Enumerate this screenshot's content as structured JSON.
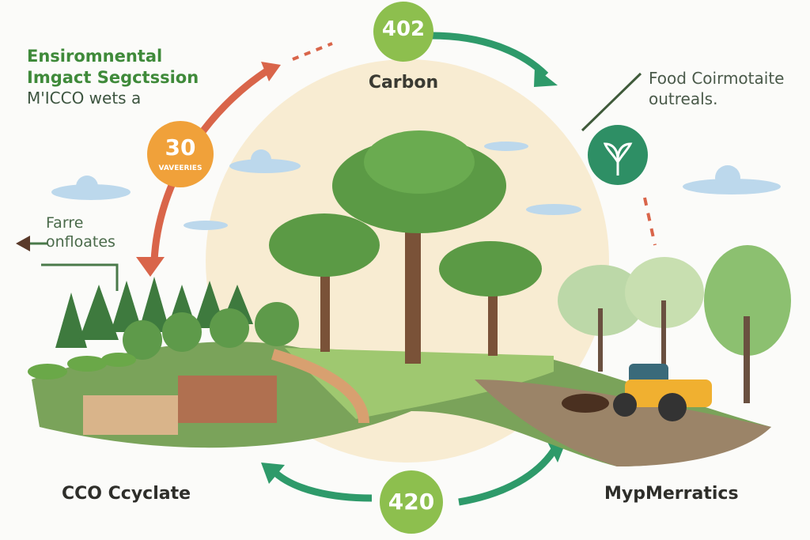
{
  "header": {
    "title_line1": "Ensiromnental",
    "title_line2": "Imgact Segctssion",
    "subtitle": "M'ICCO wets a"
  },
  "badges": {
    "top": {
      "value": "402",
      "label": "Carbon",
      "color": "#8dbf4e"
    },
    "left": {
      "value": "30",
      "label": "VAVEERIES",
      "color": "#f0a13a"
    },
    "bottom": {
      "value": "420",
      "color": "#8dbf4e"
    }
  },
  "annotations": {
    "food_line1": "Food Coirmotaite",
    "food_line2": "outreals.",
    "farre_line1": "Farre",
    "farre_line2": "onfloates"
  },
  "footer": {
    "left_label": "CCO Ccyclate",
    "right_label": "MypMerratics"
  },
  "icons": [
    "leaf-sprout-icon",
    "arrow-left-icon"
  ],
  "colors": {
    "green_arrow": "#2e9a6a",
    "red_arrow": "#d9654a",
    "leaf_badge": "#2e8f65"
  }
}
